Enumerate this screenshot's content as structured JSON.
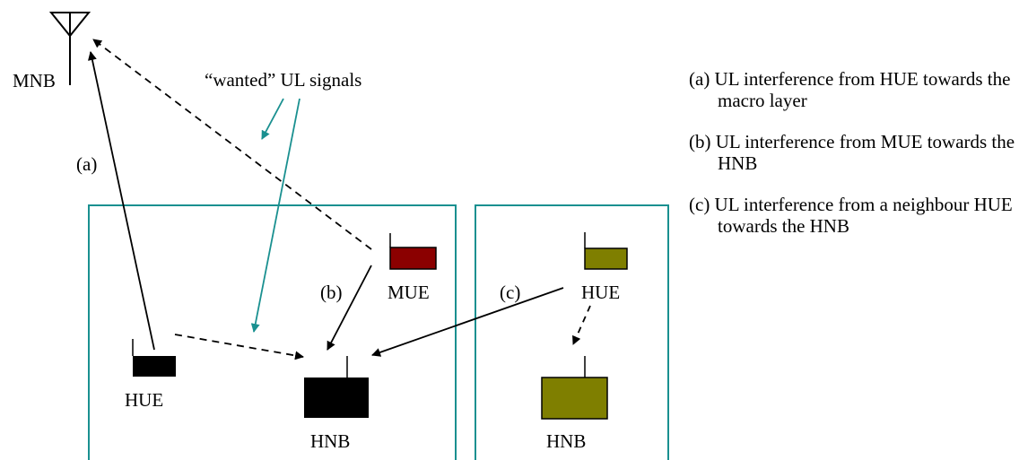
{
  "labels": {
    "mnb": "MNB",
    "wanted": "“wanted” UL signals",
    "a": "(a)",
    "b": "(b)",
    "c": "(c)",
    "mue": "MUE",
    "hue_left": "HUE",
    "hue_right": "HUE",
    "hnb_center": "HNB",
    "hnb_right": "HNB"
  },
  "legend": [
    "(a) UL interference from HUE towards the macro layer",
    "(b) UL interference from MUE towards the HNB",
    "(c) UL interference from a neighbour HUE towards the HNB"
  ],
  "colors": {
    "cell_border": "#1a9090",
    "wanted_arrow": "#1a9090",
    "mue_fill": "#8b0000",
    "neighbour_fill": "#7f7f00",
    "black": "#000000"
  }
}
